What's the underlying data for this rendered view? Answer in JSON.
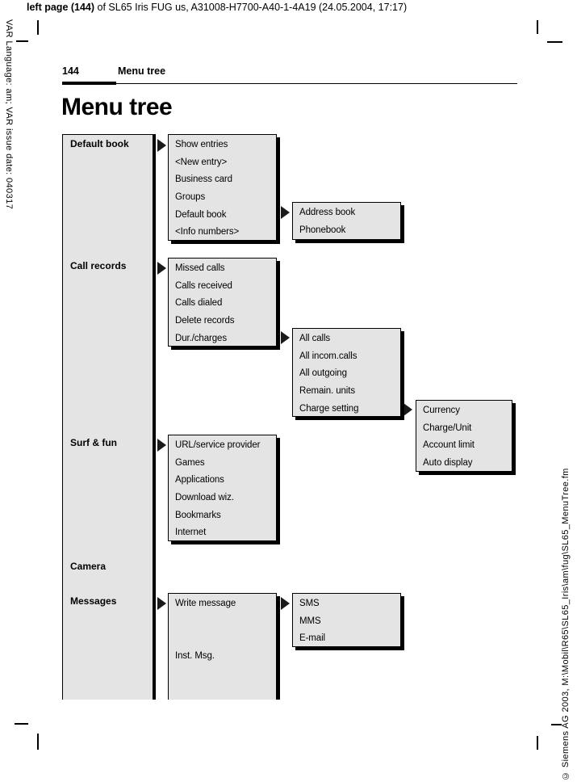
{
  "doc_header": {
    "bold": "left page (144)",
    "rest": " of SL65 Iris FUG us, A31008-H7700-A40-1-4A19 (24.05.2004, 17:17)"
  },
  "side_notes": {
    "left": "VAR Language: am; VAR issue date: 040317",
    "right": "© Siemens AG 2003, M:\\Mobil\\R65\\SL65_Iris\\am\\fug\\SL65_MenuTree.fm"
  },
  "running_header": {
    "page_number": "144",
    "section": "Menu tree"
  },
  "title": "Menu tree",
  "icons": {
    "connector_arrow": "right-triangle"
  },
  "colors": {
    "box_fill": "#e4e4e4",
    "line_color": "#000000",
    "text_color": "#111111"
  },
  "tree": {
    "root_items": [
      "Default book",
      "Call records",
      "Surf & fun",
      "Camera",
      "Messages"
    ],
    "boxes": [
      {
        "id": "default-book-menu",
        "items": [
          "Show entries",
          "<New entry>",
          "Business card",
          "Groups",
          "Default book",
          "<Info numbers>"
        ]
      },
      {
        "id": "address-book-menu",
        "items": [
          "Address book",
          "Phonebook"
        ]
      },
      {
        "id": "call-records-menu",
        "items": [
          "Missed calls",
          "Calls received",
          "Calls dialed",
          "Delete records",
          "Dur./charges"
        ]
      },
      {
        "id": "charges-menu",
        "items": [
          "All calls",
          "All incom.calls",
          "All outgoing",
          "Remain. units",
          "Charge setting"
        ]
      },
      {
        "id": "charge-setting-menu",
        "items": [
          "Currency",
          "Charge/Unit",
          "Account limit",
          "Auto display"
        ]
      },
      {
        "id": "surf-fun-menu",
        "items": [
          "URL/service provider",
          "Games",
          "Applications",
          "Download wiz.",
          "Bookmarks",
          "Internet"
        ]
      },
      {
        "id": "messages-menu",
        "items": [
          "Write message",
          "Inst. Msg."
        ]
      },
      {
        "id": "write-message-menu",
        "items": [
          "SMS",
          "MMS",
          "E-mail"
        ]
      }
    ]
  }
}
